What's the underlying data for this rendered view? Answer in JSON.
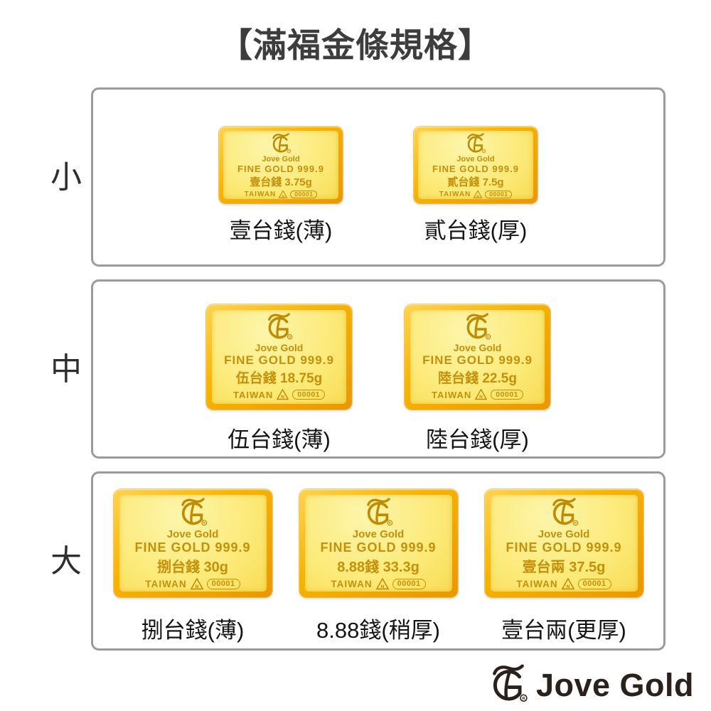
{
  "page": {
    "title": "【滿福金條規格】"
  },
  "colors": {
    "gold_frame": "#f6b300",
    "gold_face": "#fcea79",
    "engrave": "#c6900b",
    "box_border": "#9b9b9b",
    "title_text": "#3d3d3d",
    "footer_brand": "#2b211c"
  },
  "sections": [
    {
      "size_label": "小",
      "bars": [
        {
          "brand": "Jove Gold",
          "fineness": "FINE GOLD 999.9",
          "weight": "壹台錢 3.75g",
          "origin": "TAIWAN",
          "serial": "00001",
          "caption": "壹台錢(薄)"
        },
        {
          "brand": "Jove Gold",
          "fineness": "FINE GOLD 999.9",
          "weight": "貳台錢 7.5g",
          "origin": "TAIWAN",
          "serial": "00001",
          "caption": "貳台錢(厚)"
        }
      ]
    },
    {
      "size_label": "中",
      "bars": [
        {
          "brand": "Jove Gold",
          "fineness": "FINE GOLD 999.9",
          "weight": "伍台錢 18.75g",
          "origin": "TAIWAN",
          "serial": "00001",
          "caption": "伍台錢(薄)"
        },
        {
          "brand": "Jove Gold",
          "fineness": "FINE GOLD 999.9",
          "weight": "陸台錢 22.5g",
          "origin": "TAIWAN",
          "serial": "00001",
          "caption": "陸台錢(厚)"
        }
      ]
    },
    {
      "size_label": "大",
      "bars": [
        {
          "brand": "Jove Gold",
          "fineness": "FINE GOLD 999.9",
          "weight": "捌台錢 30g",
          "origin": "TAIWAN",
          "serial": "00001",
          "caption": "捌台錢(薄)"
        },
        {
          "brand": "Jove Gold",
          "fineness": "FINE GOLD 999.9",
          "weight": "8.88錢 33.3g",
          "origin": "TAIWAN",
          "serial": "00001",
          "caption": "8.88錢(稍厚)"
        },
        {
          "brand": "Jove Gold",
          "fineness": "FINE GOLD 999.9",
          "weight": "壹台兩 37.5g",
          "origin": "TAIWAN",
          "serial": "00001",
          "caption": "壹台兩(更厚)"
        }
      ]
    }
  ],
  "footer": {
    "brand": "Jove Gold"
  }
}
